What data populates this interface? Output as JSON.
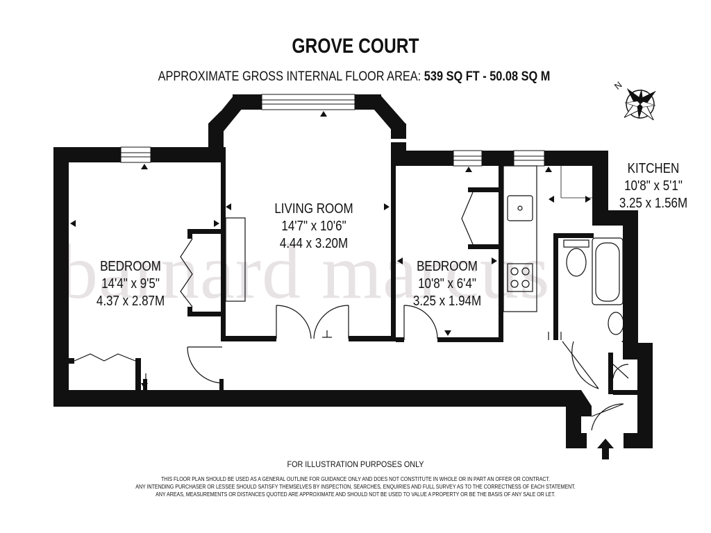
{
  "header": {
    "title": "GROVE COURT",
    "area_label": "APPROXIMATE GROSS INTERNAL FLOOR AREA:",
    "area_sqft": "539 SQ FT",
    "area_sep": "-",
    "area_sqm": "50.08 SQ M"
  },
  "compass": {
    "north_label": "N"
  },
  "rooms": {
    "bedroom1": {
      "name": "BEDROOM",
      "imperial": "14'4\" x 9'5\"",
      "metric": "4.37 x 2.87M"
    },
    "living": {
      "name": "LIVING ROOM",
      "imperial": "14'7\" x 10'6\"",
      "metric": "4.44 x 3.20M"
    },
    "bedroom2": {
      "name": "BEDROOM",
      "imperial": "10'8\" x 6'4\"",
      "metric": "3.25 x 1.94M"
    },
    "kitchen": {
      "name": "KITCHEN",
      "imperial": "10'8\" x 5'1\"",
      "metric": "3.25 x 1.56M"
    }
  },
  "watermark": "barnard marcus",
  "footer": {
    "illustration": "FOR ILLUSTRATION PURPOSES ONLY",
    "line1": "THIS FLOOR PLAN SHOULD BE USED AS A GENERAL OUTLINE FOR GUIDANCE ONLY AND DOES NOT CONSTITUTE IN WHOLE OR IN PART AN OFFER OR CONTRACT.",
    "line2": "ANY INTENDING PURCHASER OR LESSEE SHOULD SATISFY THEMSELVES BY INSPECTION, SEARCHES, ENQUIRIES AND FULL SURVEY AS TO THE CORRECTNESS OF EACH STATEMENT.",
    "line3": "ANY AREAS, MEASUREMENTS OR DISTANCES QUOTED ARE APPROXIMATE AND SHOULD NOT BE USED TO VALUE A PROPERTY OR BE THE BASIS OF ANY SALE OR LET."
  },
  "colors": {
    "wall": "#111111",
    "background": "#ffffff",
    "watermark": "#e7e3e5"
  }
}
